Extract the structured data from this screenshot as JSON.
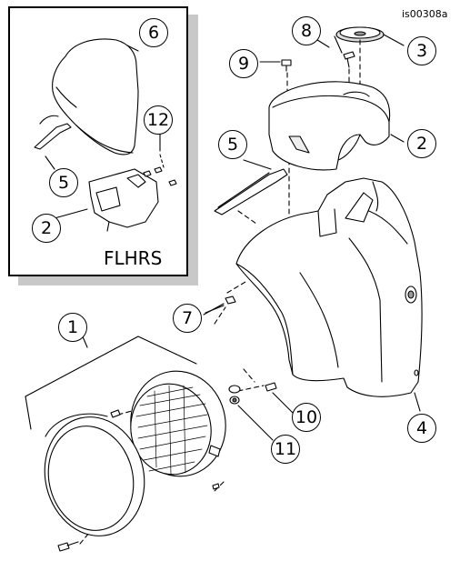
{
  "figure_id": "is00308a",
  "inset": {
    "label": "FLHRS"
  },
  "callouts": {
    "c1": "1",
    "c2": "2",
    "c3": "3",
    "c4": "4",
    "c5": "5",
    "c6": "6",
    "c7": "7",
    "c8": "8",
    "c9": "9",
    "c10": "10",
    "c11": "11",
    "c12": "12",
    "c2_inset": "2",
    "c5_inset": "5"
  },
  "colors": {
    "line": "#000000",
    "background": "#ffffff",
    "shadow": "#c8c8c8"
  }
}
